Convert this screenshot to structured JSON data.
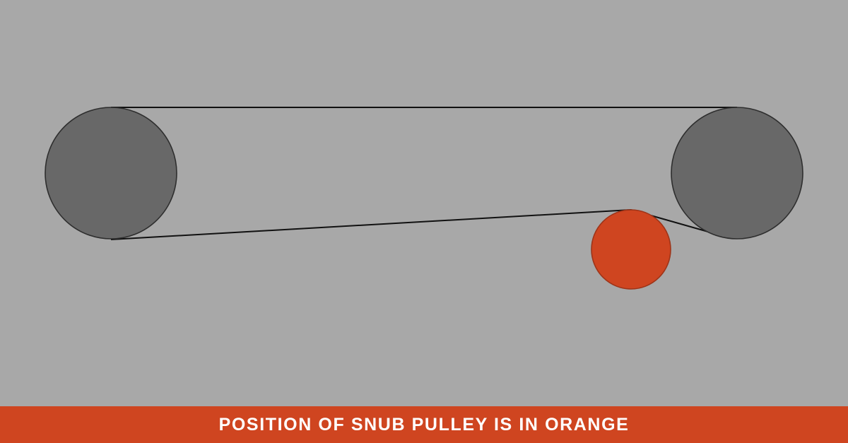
{
  "colors": {
    "background": "#a8a8a8",
    "drive_pulley": "#686868",
    "tail_pulley": "#686868",
    "pulley_outline": "#2e2e2e",
    "snub_pulley": "#cf4520",
    "snub_outline": "#9e3418",
    "belt": "#111111",
    "banner": "#cf4520",
    "caption_text": "#ffffff"
  },
  "diagram": {
    "components": [
      {
        "id": "left-pulley",
        "role": "end pulley"
      },
      {
        "id": "right-pulley",
        "role": "end pulley"
      },
      {
        "id": "snub-pulley",
        "role": "snub pulley",
        "highlight": "orange"
      },
      {
        "id": "conveyor-belt",
        "role": "belt loop"
      }
    ]
  },
  "caption": {
    "text": "POSITION OF SNUB PULLEY IS IN ORANGE"
  }
}
